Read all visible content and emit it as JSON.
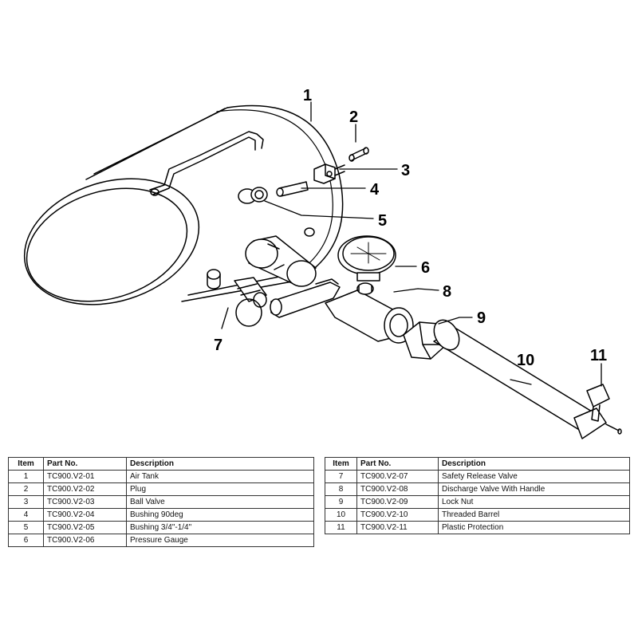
{
  "callouts": [
    "1",
    "2",
    "3",
    "4",
    "5",
    "6",
    "7",
    "8",
    "9",
    "10",
    "11"
  ],
  "table": {
    "headers": {
      "item": "Item",
      "part_no": "Part No.",
      "description": "Description"
    },
    "left_rows": [
      {
        "item": "1",
        "part_no": "TC900.V2-01",
        "description": "Air Tank"
      },
      {
        "item": "2",
        "part_no": "TC900.V2-02",
        "description": "Plug"
      },
      {
        "item": "3",
        "part_no": "TC900.V2-03",
        "description": "Ball Valve"
      },
      {
        "item": "4",
        "part_no": "TC900.V2-04",
        "description": "Bushing 90deg"
      },
      {
        "item": "5",
        "part_no": "TC900.V2-05",
        "description": "Bushing 3/4\"-1/4\""
      },
      {
        "item": "6",
        "part_no": "TC900.V2-06",
        "description": "Pressure Gauge"
      }
    ],
    "right_rows": [
      {
        "item": "7",
        "part_no": "TC900.V2-07",
        "description": "Safety Release Valve"
      },
      {
        "item": "8",
        "part_no": "TC900.V2-08",
        "description": "Discharge Valve With Handle"
      },
      {
        "item": "9",
        "part_no": "TC900.V2-09",
        "description": "Lock Nut"
      },
      {
        "item": "10",
        "part_no": "TC900.V2-10",
        "description": "Threaded Barrel"
      },
      {
        "item": "11",
        "part_no": "TC900.V2-11",
        "description": "Plastic Protection"
      }
    ]
  }
}
